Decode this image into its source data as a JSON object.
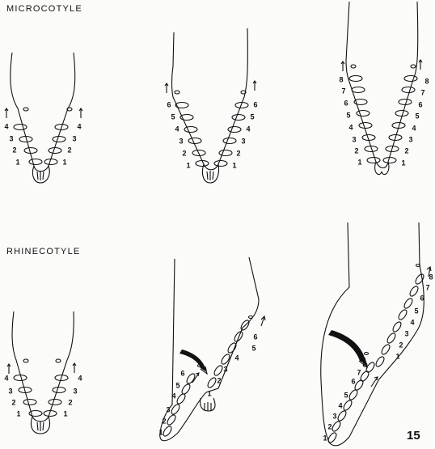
{
  "headings": {
    "top": "MICROCOTYLE",
    "bottom": "RHINECOTYLE"
  },
  "plate_number": "15",
  "stages": [
    {
      "genus": "Microcotyle",
      "labels": [
        "1",
        "2",
        "3",
        "4",
        "1",
        "2",
        "3",
        "4"
      ]
    },
    {
      "genus": "Microcotyle",
      "labels": [
        "1",
        "2",
        "3",
        "4",
        "5",
        "6",
        "1",
        "2",
        "3",
        "4",
        "5",
        "6"
      ]
    },
    {
      "genus": "Microcotyle",
      "labels": [
        "1",
        "2",
        "3",
        "4",
        "5",
        "6",
        "7",
        "8",
        "1",
        "2",
        "3",
        "4",
        "5",
        "6",
        "7",
        "8"
      ]
    },
    {
      "genus": "Rhinecotyle",
      "labels": [
        "1",
        "2",
        "3",
        "4",
        "1",
        "2",
        "3",
        "4"
      ]
    },
    {
      "genus": "Rhinecotyle",
      "labels": [
        "1",
        "2",
        "3",
        "4",
        "5",
        "6",
        "1",
        "2",
        "3",
        "4",
        "5",
        "6"
      ]
    },
    {
      "genus": "Rhinecotyle",
      "labels": [
        "1",
        "2",
        "3",
        "4",
        "5",
        "6",
        "7",
        "8",
        "1",
        "2",
        "3",
        "4",
        "5",
        "6",
        "7",
        "8"
      ]
    }
  ]
}
